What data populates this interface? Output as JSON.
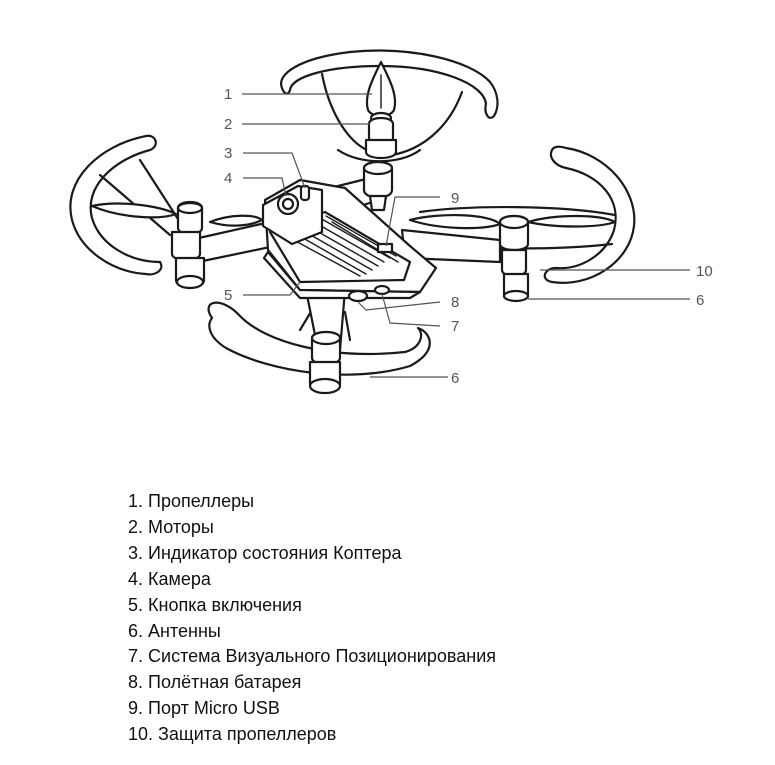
{
  "callouts": [
    "1",
    "2",
    "3",
    "4",
    "5",
    "6",
    "7",
    "8",
    "9",
    "10",
    "6"
  ],
  "legend": [
    "1. Пропеллеры",
    "2. Моторы",
    "3. Индикатор состояния Коптера",
    "4. Камера",
    "5. Кнопка включения",
    "6. Антенны",
    "7. Система Визуального Позиционирования",
    "8. Полётная батарея",
    "9. Порт Micro USB",
    "10. Защита пропеллеров"
  ]
}
